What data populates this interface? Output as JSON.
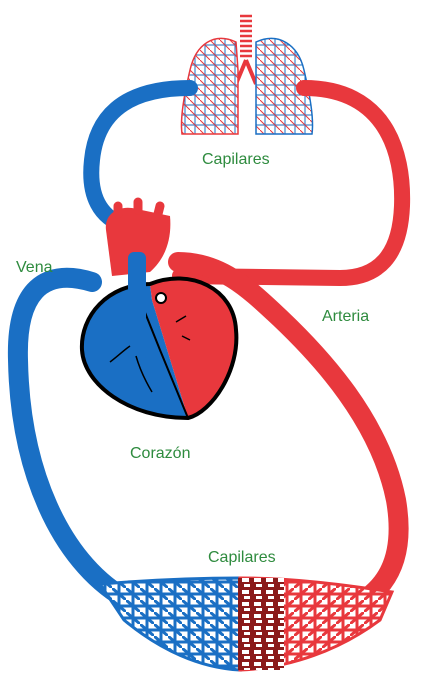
{
  "labels": {
    "capillaries_top": "Capilares",
    "vein": "Vena",
    "artery": "Arteria",
    "heart": "Corazón",
    "capillaries_bottom": "Capilares"
  },
  "colors": {
    "label_green": "#2e8b3e",
    "venous_blue": "#1a6fc4",
    "arterial_red": "#e8383d",
    "dark_red": "#8b1a1a",
    "outline": "#000000",
    "background": "#ffffff"
  }
}
